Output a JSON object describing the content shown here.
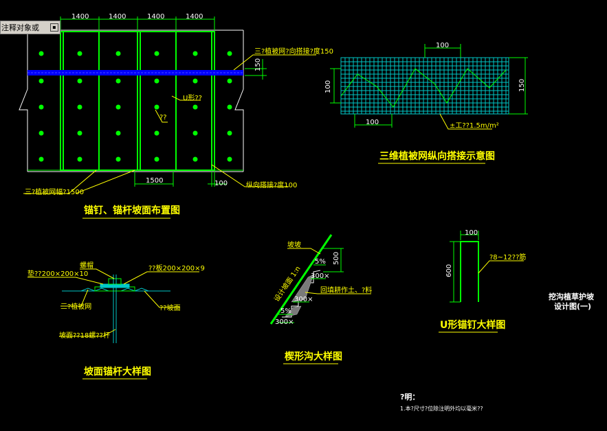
{
  "tooltip": {
    "text": "注释对象或",
    "button_icon": "expand-icon"
  },
  "layout_plan": {
    "title": "锚钉、锚杆坡面布置图",
    "dims_top": [
      "1400",
      "1400",
      "1400",
      "1400"
    ],
    "dim_bottom": "1500",
    "dim_right": "150",
    "dim_bottom_right": "100",
    "label_top_right": "三?植被网?向搭接?度150",
    "label_u": "U形??",
    "label_anchor": "??",
    "label_bottom_left": "三?植被网幅?1500",
    "label_bottom_right": "纵向搭接?度100"
  },
  "net_diagram": {
    "title": "三维植被网纵向搭接示意图",
    "dim_top": "100",
    "dim_left": "100",
    "dim_bottom": "100",
    "dim_right": "150",
    "label": "±工??1.5m/m²"
  },
  "bolt_detail": {
    "title": "坡面锚杆大样图",
    "label_nut": "螺帽",
    "label_plate_left": "垫??200×200×10",
    "label_plate_right": "??板200×200×9",
    "label_net": "三?植被网",
    "label_slope": "??坡面",
    "label_rod": "坡面??18螺??杆"
  },
  "trench_detail": {
    "title": "楔形沟大样图",
    "label_slope_top": "坡坡",
    "label_ratio": "设计坡面 1:n",
    "label_fill": "回填耕作土、?料",
    "pct_top": "5%",
    "pct_bottom": "5%",
    "dim_500": "500",
    "dim_300_a": "300×",
    "dim_300_b": "300×",
    "dim_300_c": "300×"
  },
  "u_nail": {
    "title": "U形锚钉大样图",
    "dim_top": "100",
    "dim_height": "600",
    "label": "?8~12??筋"
  },
  "design_title": {
    "line1": "挖沟植草护坡",
    "line2": "设计图(一)"
  },
  "notes": {
    "heading": "?明：",
    "line1": "1.本?尺寸?位除注明外均以毫米??"
  },
  "colors": {
    "background": "#000000",
    "green": "#00ff00",
    "cyan": "#00c8c8",
    "yellow": "#ffff00",
    "blue": "#0000ff"
  }
}
